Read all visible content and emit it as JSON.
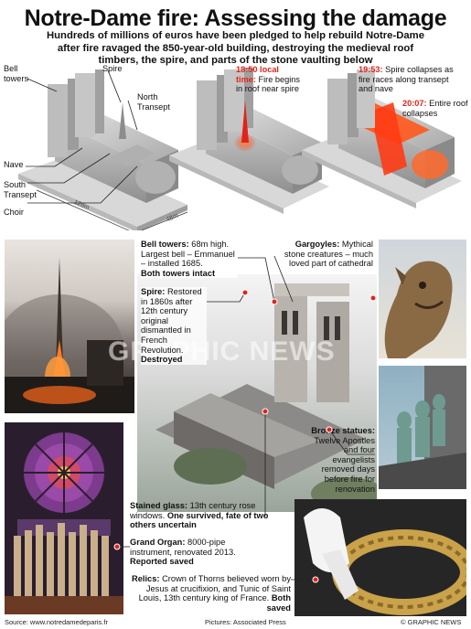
{
  "header": {
    "title": "Notre-Dame fire: Assessing the damage",
    "subtitle_lines": [
      "Hundreds of millions of euros have been pledged to help rebuild Notre-Dame",
      "after fire ravaged the 850-year-old building, destroying the medieval roof",
      "timbers, the spire, and parts of the stone vaulting below"
    ]
  },
  "diagram": {
    "labels": {
      "bell_towers": "Bell towers",
      "spire": "Spire",
      "north_transept": "North Transept",
      "nave": "Nave",
      "south_transept": "South Transept",
      "choir": "Choir",
      "length": "128m",
      "width": "48m"
    },
    "timeline": [
      {
        "time": "18:50 local time:",
        "text": "Fire begins in roof near spire"
      },
      {
        "time": "19:53:",
        "text": "Spire collapses as fire races along transept and nave"
      },
      {
        "time": "20:07:",
        "text": "Entire roof collapses"
      }
    ]
  },
  "annotations": {
    "bell_towers": {
      "heading": "Bell towers:",
      "body": "68m high. Largest bell – Emmanuel – installed 1685.",
      "status": "Both towers intact"
    },
    "spire": {
      "heading": "Spire:",
      "body": "Restored in 1860s after 12th century original dismantled in French Revolution.",
      "status": "Destroyed"
    },
    "gargoyles": {
      "heading": "Gargoyles:",
      "body": "Mythical stone creatures – much loved part of cathedral"
    },
    "bronze": {
      "heading": "Bronze statues:",
      "body": "Twelve Apostles and four evangelists removed days before fire for renovation"
    },
    "stained_glass": {
      "heading": "Stained glass:",
      "body": "13th century rose windows.",
      "status": "One survived, fate of two others uncertain"
    },
    "organ": {
      "heading": "Grand Organ:",
      "body": "8000-pipe instrument, renovated 2013.",
      "status": "Reported saved"
    },
    "relics": {
      "heading": "Relics:",
      "body": "Crown of Thorns believed worn by Jesus at crucifixion, and Tunic of Saint Louis, 13th century king of France.",
      "status": "Both saved"
    }
  },
  "watermark": "GRAPHIC NEWS",
  "footer": {
    "source": "Source: www.notredamedeparis.fr",
    "pictures": "Pictures: Associated Press",
    "credit": "© GRAPHIC NEWS"
  },
  "colors": {
    "fire_red": "#e0241b",
    "fire_orange": "#ff6a2a",
    "stone": "#c9c9c9"
  }
}
